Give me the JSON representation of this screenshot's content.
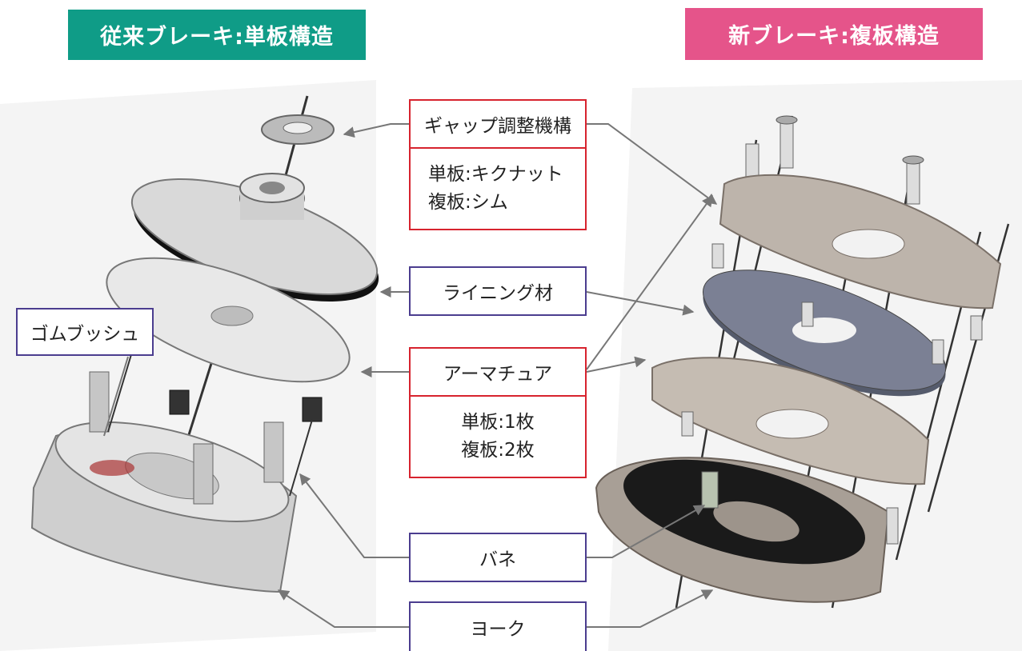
{
  "colors": {
    "left_header": "#0f9c87",
    "right_header": "#e5548a",
    "red_border": "#d7232e",
    "blue_border": "#4b3d8f",
    "arrow": "#777777"
  },
  "headers": {
    "left": "従来ブレーキ:単板構造",
    "right": "新ブレーキ:複板構造"
  },
  "labels": {
    "gap_mechanism": "ギャップ調整機構",
    "gap_detail_1": "単板:キクナット",
    "gap_detail_2": "複板:シム",
    "lining": "ライニング材",
    "armature": "アーマチュア",
    "armature_detail_1": "単板:1枚",
    "armature_detail_2": "複板:2枚",
    "spring": "バネ",
    "yoke": "ヨーク",
    "rubber_bush": "ゴムブッシュ"
  }
}
